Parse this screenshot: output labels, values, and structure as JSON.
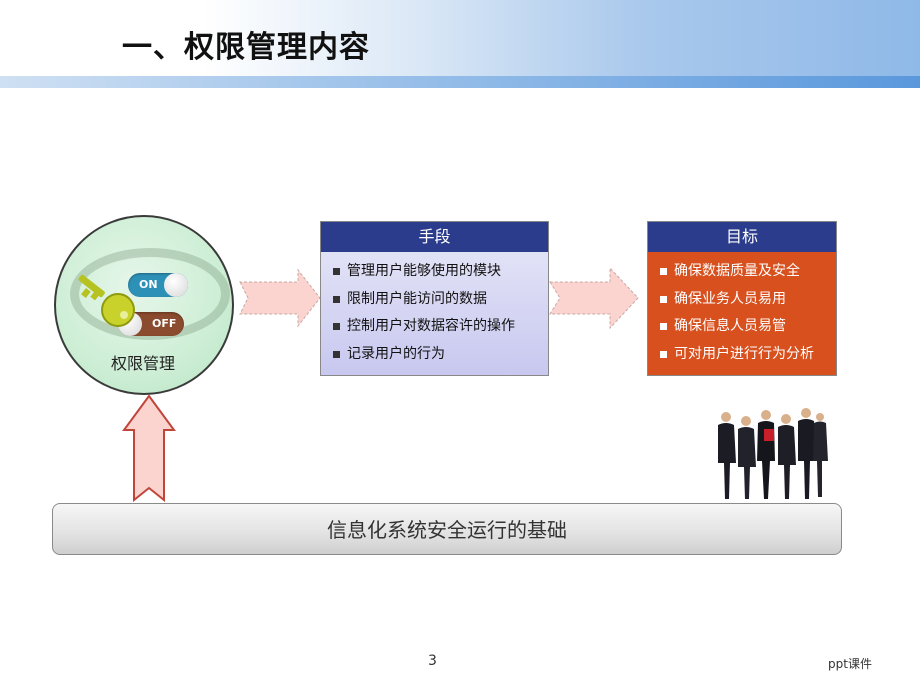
{
  "slide": {
    "title": "一、权限管理内容",
    "circle": {
      "toggle_on": "ON",
      "toggle_off": "OFF",
      "label": "权限管理"
    },
    "means_box": {
      "header": "手段",
      "items": [
        "管理用户能够使用的模块",
        "限制用户能访问的数据",
        "控制用户对数据容许的操作",
        "记录用户的行为"
      ]
    },
    "goals_box": {
      "header": "目标",
      "items": [
        "确保数据质量及安全",
        "确保业务人员易用",
        "确保信息人员易管",
        "可对用户进行行为分析"
      ]
    },
    "foundation": "信息化系统安全运行的基础",
    "page_number": "3",
    "footer": "ppt课件"
  },
  "colors": {
    "box_header": "#2b3c8c",
    "goals_background": "#d8501e",
    "arrow_fill": "#fbd3cf",
    "circle_fill": "#cdeed5"
  },
  "icons": [
    "key-icon",
    "toggle-on-icon",
    "toggle-off-icon",
    "arrow-right-icon",
    "arrow-up-icon",
    "business-people-image"
  ]
}
